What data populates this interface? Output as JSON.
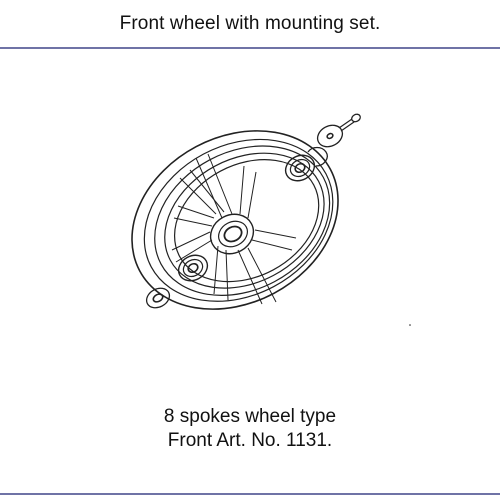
{
  "header": {
    "title": "Front wheel with mounting set."
  },
  "illustration": {
    "icon": "wheel-exploded-view-icon"
  },
  "caption": {
    "line1": "8 spokes wheel type",
    "line2": "Front Art. No. 1131."
  },
  "colors": {
    "rule": "#6f73a6",
    "line_art": "#222222"
  }
}
